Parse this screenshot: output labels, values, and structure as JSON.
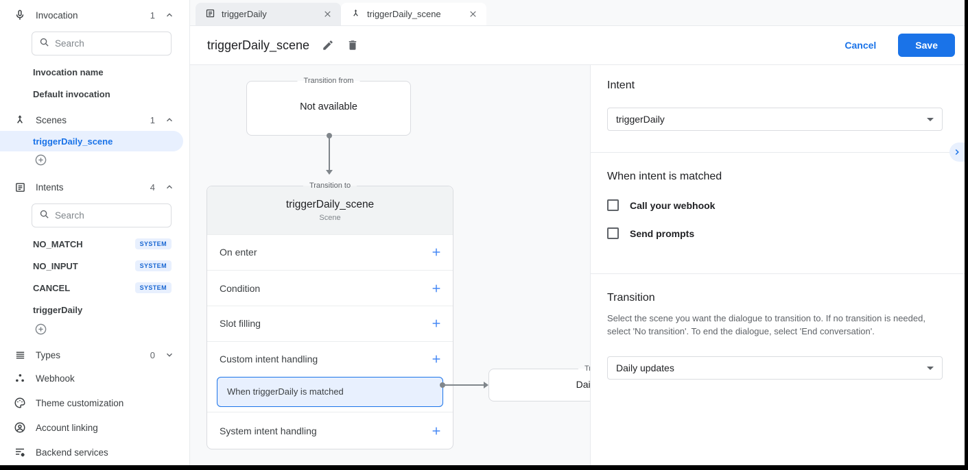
{
  "sidebar": {
    "invocation": {
      "label": "Invocation",
      "count": "1",
      "search_placeholder": "Search",
      "items": [
        {
          "label": "Invocation name"
        },
        {
          "label": "Default invocation"
        }
      ]
    },
    "scenes": {
      "label": "Scenes",
      "count": "1",
      "items": [
        {
          "label": "triggerDaily_scene",
          "selected": true
        }
      ]
    },
    "intents": {
      "label": "Intents",
      "count": "4",
      "search_placeholder": "Search",
      "items": [
        {
          "label": "NO_MATCH",
          "badge": "SYSTEM"
        },
        {
          "label": "NO_INPUT",
          "badge": "SYSTEM"
        },
        {
          "label": "CANCEL",
          "badge": "SYSTEM"
        },
        {
          "label": "triggerDaily",
          "badge": ""
        }
      ]
    },
    "types": {
      "label": "Types",
      "count": "0"
    },
    "nav": [
      {
        "label": "Webhook"
      },
      {
        "label": "Theme customization"
      },
      {
        "label": "Account linking"
      },
      {
        "label": "Backend services"
      }
    ]
  },
  "tabs": [
    {
      "label": "triggerDaily"
    },
    {
      "label": "triggerDaily_scene"
    }
  ],
  "header": {
    "title": "triggerDaily_scene",
    "cancel_label": "Cancel",
    "save_label": "Save"
  },
  "canvas": {
    "transition_from": {
      "legend": "Transition from",
      "value": "Not available"
    },
    "scene_card": {
      "legend": "Transition to",
      "title": "triggerDaily_scene",
      "subtitle": "Scene",
      "sections": [
        {
          "label": "On enter"
        },
        {
          "label": "Condition"
        },
        {
          "label": "Slot filling"
        },
        {
          "label": "Custom intent handling",
          "item": "When triggerDaily is matched"
        },
        {
          "label": "System intent handling"
        }
      ]
    },
    "next_card": {
      "legend": "Transition to",
      "title": "Daily updates"
    }
  },
  "panel": {
    "intent": {
      "heading": "Intent",
      "selected": "triggerDaily"
    },
    "matched": {
      "heading": "When intent is matched",
      "options": [
        {
          "label": "Call your webhook",
          "checked": false
        },
        {
          "label": "Send prompts",
          "checked": false
        }
      ]
    },
    "transition": {
      "heading": "Transition",
      "description": "Select the scene you want the dialogue to transition to. If no transition is needed, select 'No transition'. To end the dialogue, select 'End conversation'.",
      "selected": "Daily updates"
    }
  },
  "colors": {
    "primary": "#1a73e8",
    "highlight_bg": "#e8f0fe",
    "badge_text": "#1967d2",
    "canvas_bg": "#f8f9fa"
  }
}
